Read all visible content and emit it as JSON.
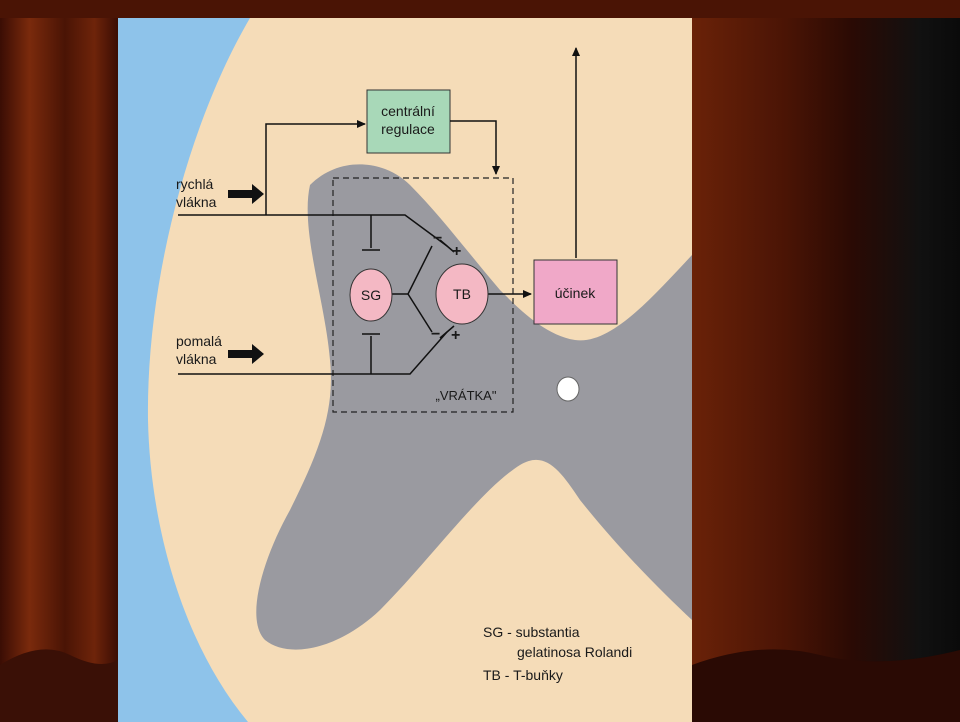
{
  "diagram": {
    "inputs": {
      "fast_line1": "rychlá",
      "fast_line2": "vlákna",
      "slow_line1": "pomalá",
      "slow_line2": "vlákna"
    },
    "central_box": {
      "line1": "centrální",
      "line2": "regulace"
    },
    "cells": {
      "sg": "SG",
      "tb": "TB"
    },
    "effect_box": "účinek",
    "gate_label": "„VRÁTKA\"",
    "signs": {
      "minus": "−",
      "plus": "+"
    },
    "legend": {
      "sg_line1": "SG - substantia",
      "sg_line2": "gelatinosa Rolandi",
      "tb_line": "TB  - T-buňky"
    }
  },
  "colors": {
    "curtain": "#5a1a08",
    "background_blue": "#8ec3ea",
    "cord_cream": "#f5dcb8",
    "grey_matter": "#9a9aa0",
    "central_box": "#a8d8b8",
    "cell_pink": "#f4b8c4",
    "effect_pink": "#f0a8c8"
  }
}
